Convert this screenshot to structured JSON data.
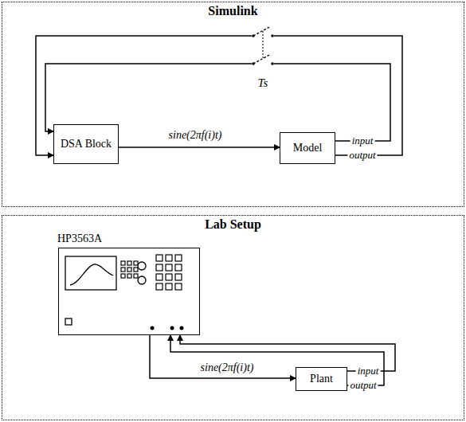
{
  "diagram": {
    "nodes": [
      {
        "text": [
          "Simulink"
        ]
      },
      {
        "text": [
          "DSA Block"
        ],
        "in": 0
      },
      {
        "text": [
          "Model"
        ],
        "in": 0
      },
      {
        "text": [
          "Lab Setup"
        ]
      },
      {
        "text": [
          "HP3563A"
        ],
        "in": 3
      },
      {
        "text": [
          "Plant"
        ],
        "in": 3
      }
    ],
    "edges": [
      {
        "from": 1,
        "to": 2,
        "arrow": "to",
        "label": "sine(2πf(i)t)"
      },
      {
        "from": 2,
        "to": 1,
        "arrow": "to",
        "label": "input"
      },
      {
        "from": 2,
        "to": 1,
        "arrow": "to",
        "label": "output"
      },
      {
        "from": 4,
        "to": 5,
        "arrow": "to",
        "label": "sine(2πf(i)t)"
      },
      {
        "from": 5,
        "to": 4,
        "arrow": "to",
        "label": "input"
      },
      {
        "from": 5,
        "to": 4,
        "arrow": "to",
        "label": "output"
      }
    ],
    "labels": [
      "Ts"
    ]
  }
}
